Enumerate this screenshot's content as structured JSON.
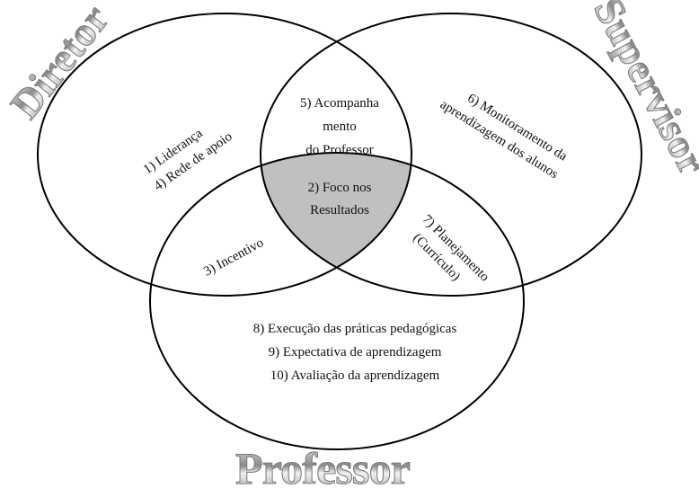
{
  "sets": {
    "director": "Diretor",
    "supervisor": "Supervisor",
    "professor": "Professor"
  },
  "regions": {
    "director_only": [
      "1) Liderança",
      "4) Rede de apoio"
    ],
    "director_supervisor": [
      "5) Acompanha",
      "mento",
      "do Professor"
    ],
    "all_three": [
      "2) Foco nos",
      "Resultados"
    ],
    "supervisor_only": [
      "6) Monitoramento da",
      "aprendizagem dos alunos"
    ],
    "director_professor": [
      "3) Incentivo"
    ],
    "supervisor_professor": [
      "7) Planejamento",
      "(Currículo)"
    ],
    "professor_only": [
      "8) Execução das práticas pedagógicas",
      "9) Expectativa de aprendizagem",
      "10) Avaliação da aprendizagem"
    ]
  },
  "colors": {
    "center_fill": "#c0c0c0",
    "outline": "#000000",
    "label_metal": "#9a9a9a"
  }
}
